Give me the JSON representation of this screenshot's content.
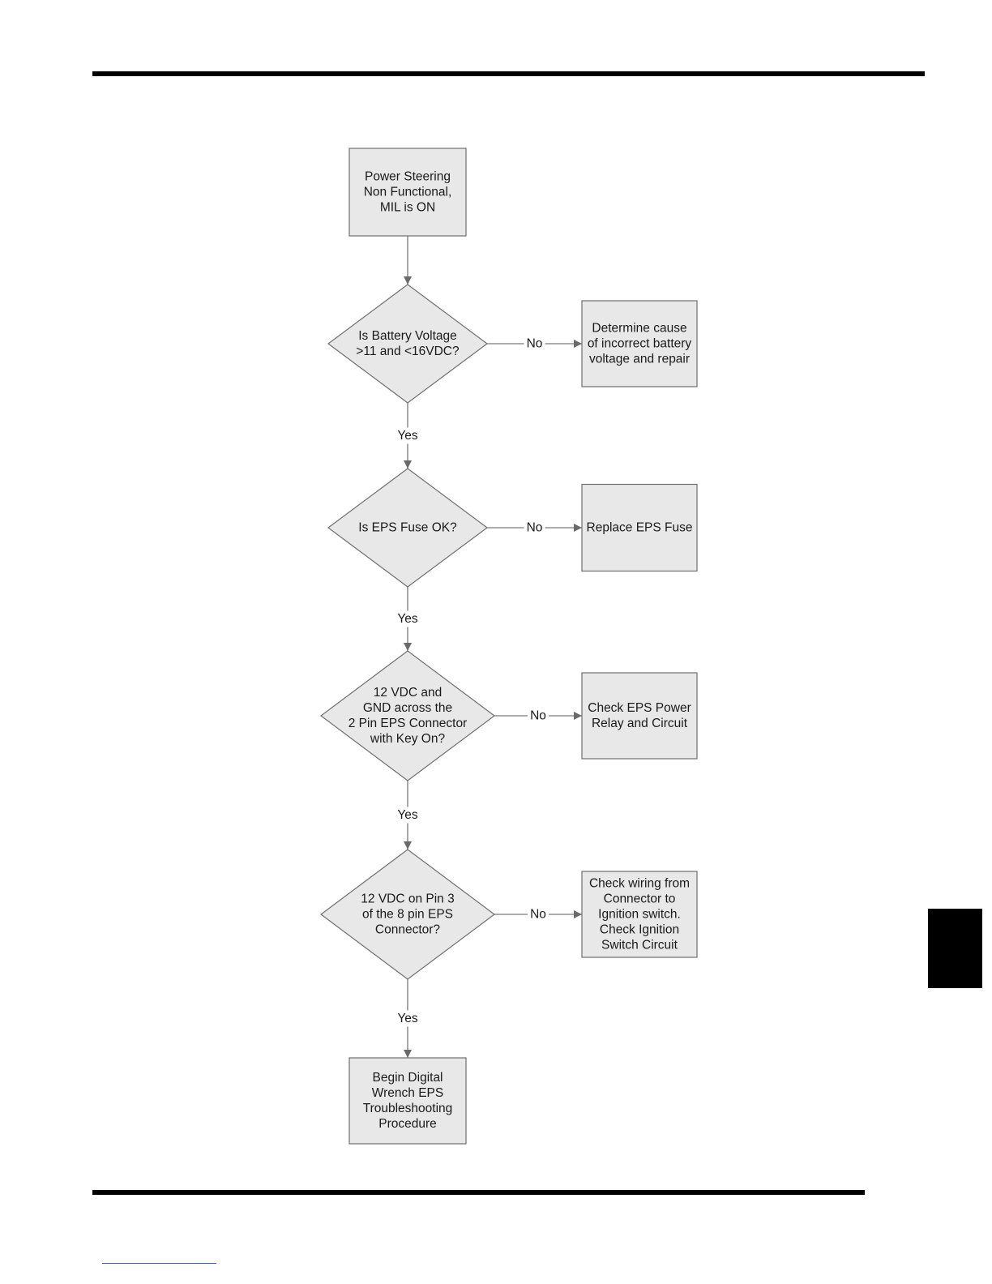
{
  "nodes": {
    "start": {
      "lines": [
        "Power Steering",
        "Non Functional,",
        "MIL is ON"
      ]
    },
    "q_battery": {
      "lines": [
        "Is Battery Voltage",
        ">11 and <16VDC?"
      ]
    },
    "a_battery": {
      "lines": [
        "Determine cause",
        "of incorrect battery",
        "voltage and repair"
      ]
    },
    "q_fuse": {
      "lines": [
        "Is EPS Fuse OK?"
      ]
    },
    "a_fuse": {
      "lines": [
        "Replace EPS Fuse"
      ]
    },
    "q_connector2": {
      "lines": [
        "12 VDC and",
        "GND across the",
        "2 Pin EPS Connector",
        "with Key On?"
      ]
    },
    "a_connector2": {
      "lines": [
        "Check EPS Power",
        "Relay and Circuit"
      ]
    },
    "q_pin3": {
      "lines": [
        "12 VDC on Pin 3",
        "of the 8 pin EPS",
        "Connector?"
      ]
    },
    "a_pin3": {
      "lines": [
        "Check wiring from",
        "Connector to",
        "Ignition switch.",
        "Check Ignition",
        "Switch Circuit"
      ]
    },
    "end": {
      "lines": [
        "Begin Digital",
        "Wrench EPS",
        "Troubleshooting",
        "Procedure"
      ]
    }
  },
  "labels": {
    "no": "No",
    "yes": "Yes"
  }
}
